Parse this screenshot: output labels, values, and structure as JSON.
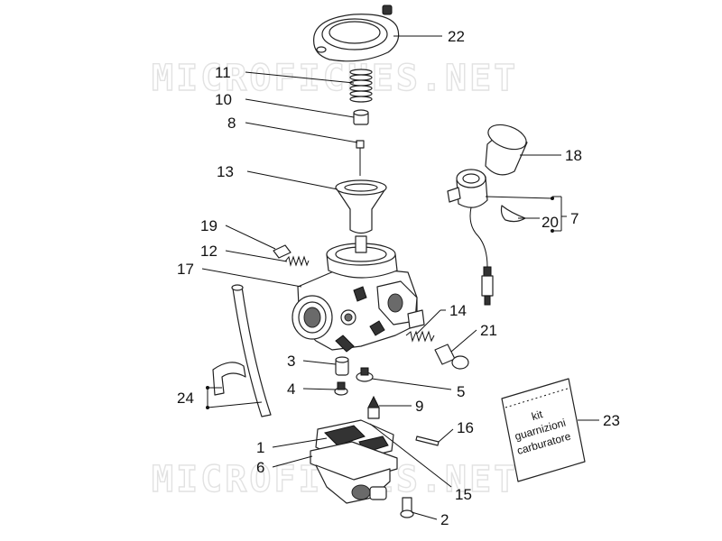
{
  "watermark": {
    "text": "MICROFICHES.NET"
  },
  "callouts": {
    "c1": "1",
    "c2": "2",
    "c3": "3",
    "c4": "4",
    "c5": "5",
    "c6": "6",
    "c7": "7",
    "c8": "8",
    "c9": "9",
    "c10": "10",
    "c11": "11",
    "c12": "12",
    "c13": "13",
    "c14": "14",
    "c15": "15",
    "c16": "16",
    "c17": "17",
    "c18": "18",
    "c19": "19",
    "c20": "20",
    "c21": "21",
    "c22": "22",
    "c23": "23",
    "c24": "24"
  },
  "kit_bag": {
    "line1": "kit",
    "line2": "guarnizioni",
    "line3": "carburatore"
  }
}
